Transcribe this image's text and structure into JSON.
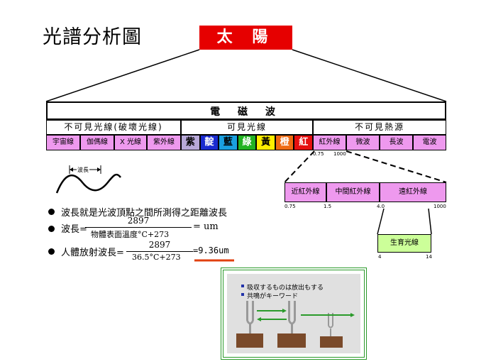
{
  "title": "光譜分析圖",
  "sun": "太 陽",
  "em_wave": "電 磁 波",
  "categories": {
    "invisible_ray": "不可見光線(破壞光線)",
    "visible_light": "可見光線",
    "invisible_heat": "不可見熱源"
  },
  "invisible_cells": [
    "宇宙線",
    "伽傌線",
    "X 光線",
    "紫外線"
  ],
  "visible_colors": [
    {
      "label": "紫",
      "color": "#b8a9d9",
      "text": "#000000"
    },
    {
      "label": "靛",
      "color": "#1a2bd0",
      "text": "#ffffff"
    },
    {
      "label": "藍",
      "color": "#1aa0e0",
      "text": "#000000"
    },
    {
      "label": "綠",
      "color": "#22b322",
      "text": "#ffffff"
    },
    {
      "label": "黃",
      "color": "#ffee00",
      "text": "#000000"
    },
    {
      "label": "橙",
      "color": "#ef6a12",
      "text": "#ffffff"
    },
    {
      "label": "紅",
      "color": "#e61010",
      "text": "#ffffff"
    }
  ],
  "heat_cells": [
    "紅外線",
    "微波",
    "長波",
    "電波"
  ],
  "heat_ticks": [
    "0.75",
    "1000"
  ],
  "ir_cells": [
    "近紅外線",
    "中間紅外線",
    "遠紅外線"
  ],
  "ir_ticks": [
    "0.75",
    "1.5",
    "4.0",
    "1000"
  ],
  "grow_label": "生育光線",
  "grow_ticks": [
    "4",
    "14"
  ],
  "wave_label": "波長",
  "bullets": {
    "b1": "波長就是光波頂點之間所測得之距離波長",
    "b2_prefix": "波長=",
    "b2_num": "2897",
    "b2_den": "物體表面溫度°C+273",
    "b2_suffix": "= um",
    "b3_prefix": "人體放射波長=",
    "b3_num": "2897",
    "b3_den": "36.5°C+273",
    "b3_suffix": "=9.36um"
  },
  "resonance": {
    "line1": "吸収するものは放出もする",
    "line2": "共鳴がキーワード"
  },
  "colors": {
    "sun": "#e60000",
    "cell_pink": "#ee99ee",
    "grow_green": "#ccff99",
    "underline": "#e04010",
    "frame_green": "#2a9a2a"
  }
}
